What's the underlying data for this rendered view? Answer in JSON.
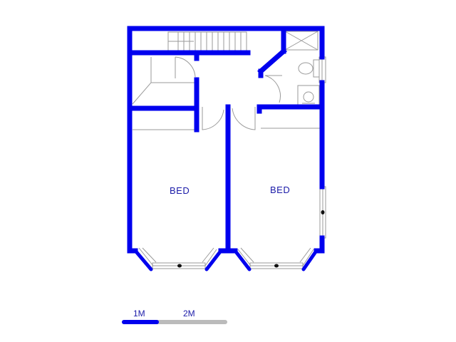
{
  "rooms": {
    "bed_left": "BED",
    "bed_right": "BED"
  },
  "scale": {
    "mark_1": "1M",
    "mark_2": "2M"
  },
  "colors": {
    "wall": "#0000ee",
    "fixture": "#9a9a9a",
    "scale_fill": "#0000ee",
    "scale_rest": "#bbbbbb",
    "text": "#1a1aa8"
  }
}
